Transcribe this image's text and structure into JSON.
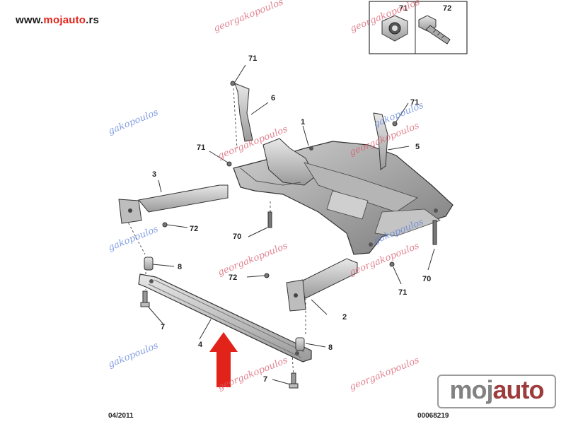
{
  "header": {
    "site_url_prefix": "www.",
    "site_url_brand": "mojauto",
    "site_url_suffix": ".rs"
  },
  "legend_box": {
    "nut_label": "71",
    "bolt_label": "72"
  },
  "parts": {
    "subframe": "1",
    "rear_arm": "2",
    "front_arm": "3",
    "crossmember": "4",
    "right_bracket": "5",
    "left_bracket": "6",
    "bushing_left": "8",
    "bushing_right": "8",
    "screw_left": "7",
    "screw_bottom": "7",
    "nut_top": "71",
    "nut_right": "71",
    "nut_mid": "71",
    "nut_lower": "71",
    "bolt_arm": "72",
    "bolt_center": "72",
    "bolt_70_center": "70",
    "bolt_70_right": "70"
  },
  "watermark": {
    "text_top": "georgakopoulos",
    "text_left": "gakopoulos",
    "brand_left": "moj",
    "brand_right": "auto"
  },
  "footer": {
    "date": "04/2011",
    "reference": "00068219"
  },
  "colors": {
    "accent": "#e2231a",
    "arrow": "#e2231a",
    "line": "#333333",
    "watermark_pink": "#d85a6b",
    "watermark_blue": "#5a7fd8"
  }
}
